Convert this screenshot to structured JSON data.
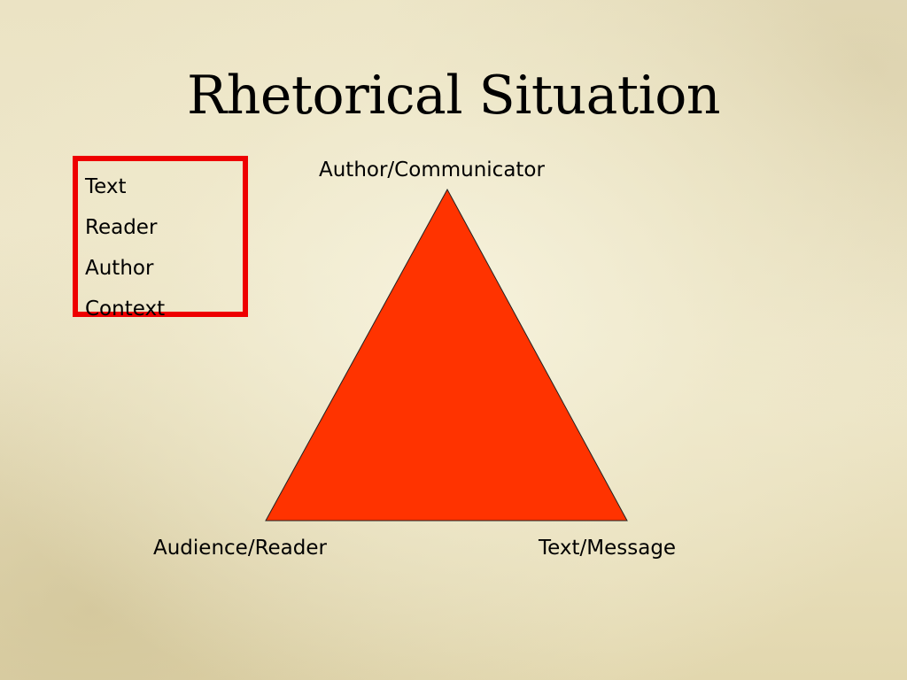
{
  "title": "Rhetorical Situation",
  "term_list": [
    "Text",
    "Reader",
    "Author",
    "Context"
  ],
  "triangle": {
    "top_label": "Author/Communicator",
    "left_label": "Audience/Reader",
    "right_label": "Text/Message",
    "fill_color": "#ff3300"
  },
  "box_color": "#ee0000"
}
